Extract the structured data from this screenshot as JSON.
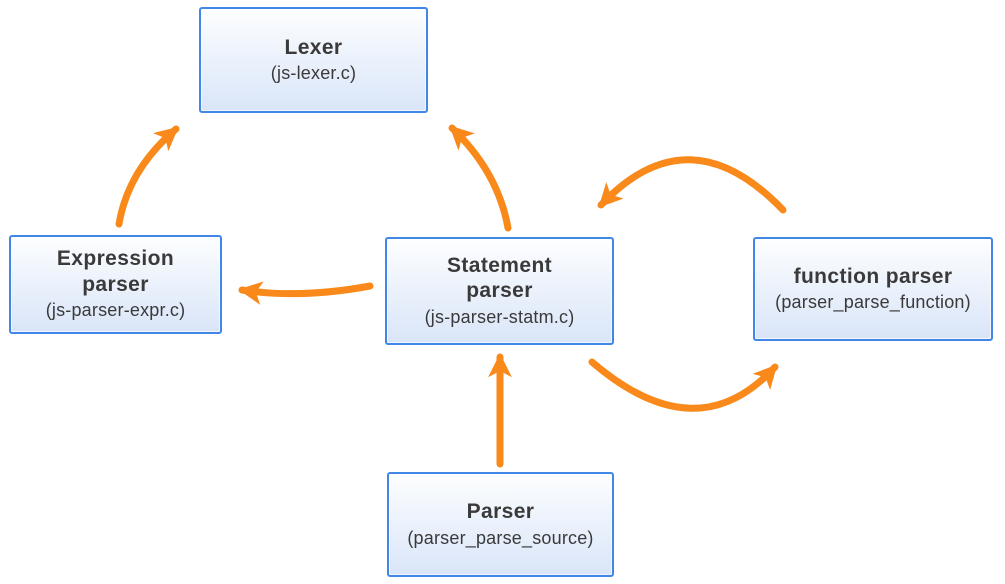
{
  "diagram": {
    "nodes": [
      {
        "id": "lexer",
        "title": "Lexer",
        "subtitle": "(js-lexer.c)"
      },
      {
        "id": "expression-parser",
        "title": "Expression parser",
        "subtitle": "(js-parser-expr.c)"
      },
      {
        "id": "statement-parser",
        "title": "Statement parser",
        "subtitle": "(js-parser-statm.c)"
      },
      {
        "id": "function-parser",
        "title": "function parser",
        "subtitle": "(parser_parse_function)"
      },
      {
        "id": "parser",
        "title": "Parser",
        "subtitle": "(parser_parse_source)"
      }
    ],
    "edges": [
      {
        "from": "expression-parser",
        "to": "lexer"
      },
      {
        "from": "statement-parser",
        "to": "lexer"
      },
      {
        "from": "statement-parser",
        "to": "expression-parser"
      },
      {
        "from": "function-parser",
        "to": "statement-parser"
      },
      {
        "from": "statement-parser",
        "to": "function-parser"
      },
      {
        "from": "parser",
        "to": "statement-parser"
      }
    ],
    "colors": {
      "arrow": "#F8891A",
      "box_border": "#4187E8",
      "box_fill_top": "#FDFEFF",
      "box_fill_bottom": "#D9E5F8",
      "text": "#3A3A3A"
    }
  }
}
